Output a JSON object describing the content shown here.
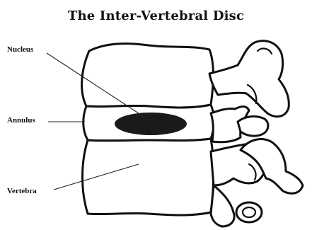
{
  "figure": {
    "title": "The Inter-Vertebral Disc",
    "labels": {
      "nucleus": "Nucleus",
      "annulus": "Annulus",
      "vertebra": "Vertebra"
    }
  }
}
